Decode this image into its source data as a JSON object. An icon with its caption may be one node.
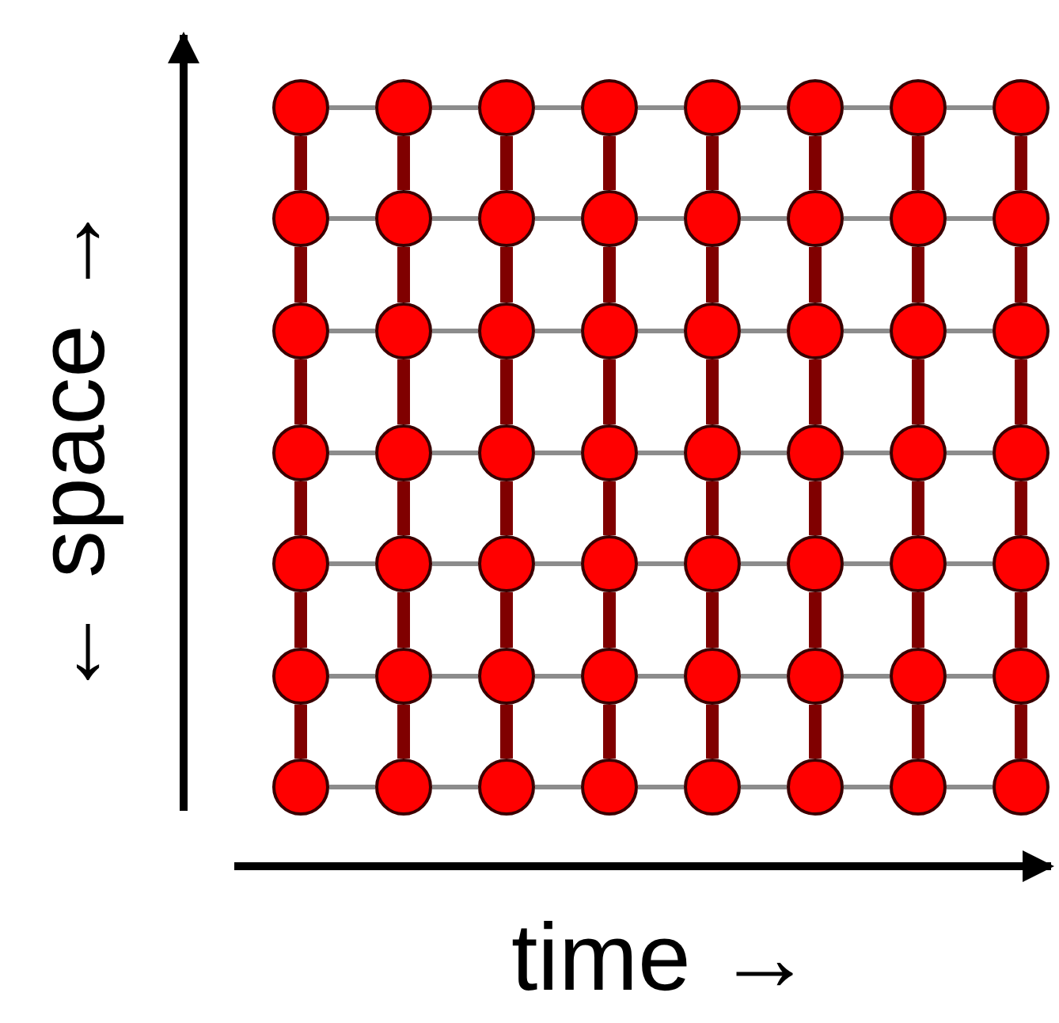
{
  "diagram": {
    "nodes": [
      {
        "text": [],
        "shape": "circle"
      },
      {
        "text": [],
        "shape": "circle"
      },
      {
        "text": [],
        "shape": "circle"
      },
      {
        "text": [],
        "shape": "circle"
      },
      {
        "text": [],
        "shape": "circle"
      },
      {
        "text": [],
        "shape": "circle"
      },
      {
        "text": [],
        "shape": "circle"
      },
      {
        "text": [],
        "shape": "circle"
      },
      {
        "text": [],
        "shape": "circle"
      },
      {
        "text": [],
        "shape": "circle"
      },
      {
        "text": [],
        "shape": "circle"
      },
      {
        "text": [],
        "shape": "circle"
      },
      {
        "text": [],
        "shape": "circle"
      },
      {
        "text": [],
        "shape": "circle"
      },
      {
        "text": [],
        "shape": "circle"
      },
      {
        "text": [],
        "shape": "circle"
      },
      {
        "text": [],
        "shape": "circle"
      },
      {
        "text": [],
        "shape": "circle"
      },
      {
        "text": [],
        "shape": "circle"
      },
      {
        "text": [],
        "shape": "circle"
      },
      {
        "text": [],
        "shape": "circle"
      },
      {
        "text": [],
        "shape": "circle"
      },
      {
        "text": [],
        "shape": "circle"
      },
      {
        "text": [],
        "shape": "circle"
      },
      {
        "text": [],
        "shape": "circle"
      },
      {
        "text": [],
        "shape": "circle"
      },
      {
        "text": [],
        "shape": "circle"
      },
      {
        "text": [],
        "shape": "circle"
      },
      {
        "text": [],
        "shape": "circle"
      },
      {
        "text": [],
        "shape": "circle"
      },
      {
        "text": [],
        "shape": "circle"
      },
      {
        "text": [],
        "shape": "circle"
      },
      {
        "text": [],
        "shape": "circle"
      },
      {
        "text": [],
        "shape": "circle"
      },
      {
        "text": [],
        "shape": "circle"
      },
      {
        "text": [],
        "shape": "circle"
      },
      {
        "text": [],
        "shape": "circle"
      },
      {
        "text": [],
        "shape": "circle"
      },
      {
        "text": [],
        "shape": "circle"
      },
      {
        "text": [],
        "shape": "circle"
      },
      {
        "text": [],
        "shape": "circle"
      },
      {
        "text": [],
        "shape": "circle"
      },
      {
        "text": [],
        "shape": "circle"
      },
      {
        "text": [],
        "shape": "circle"
      },
      {
        "text": [],
        "shape": "circle"
      },
      {
        "text": [],
        "shape": "circle"
      },
      {
        "text": [],
        "shape": "circle"
      },
      {
        "text": [],
        "shape": "circle"
      },
      {
        "text": [],
        "shape": "circle"
      },
      {
        "text": [],
        "shape": "circle"
      },
      {
        "text": [],
        "shape": "circle"
      },
      {
        "text": [],
        "shape": "circle"
      },
      {
        "text": [],
        "shape": "circle"
      },
      {
        "text": [],
        "shape": "circle"
      },
      {
        "text": [],
        "shape": "circle"
      },
      {
        "text": [],
        "shape": "circle"
      }
    ],
    "edges": [
      {
        "from": 0,
        "to": 1,
        "arrow": "none"
      },
      {
        "from": 1,
        "to": 2,
        "arrow": "none"
      },
      {
        "from": 2,
        "to": 3,
        "arrow": "none"
      },
      {
        "from": 3,
        "to": 4,
        "arrow": "none"
      },
      {
        "from": 4,
        "to": 5,
        "arrow": "none"
      },
      {
        "from": 5,
        "to": 6,
        "arrow": "none"
      },
      {
        "from": 6,
        "to": 7,
        "arrow": "none"
      },
      {
        "from": 8,
        "to": 9,
        "arrow": "none"
      },
      {
        "from": 9,
        "to": 10,
        "arrow": "none"
      },
      {
        "from": 10,
        "to": 11,
        "arrow": "none"
      },
      {
        "from": 11,
        "to": 12,
        "arrow": "none"
      },
      {
        "from": 12,
        "to": 13,
        "arrow": "none"
      },
      {
        "from": 13,
        "to": 14,
        "arrow": "none"
      },
      {
        "from": 14,
        "to": 15,
        "arrow": "none"
      },
      {
        "from": 16,
        "to": 17,
        "arrow": "none"
      },
      {
        "from": 17,
        "to": 18,
        "arrow": "none"
      },
      {
        "from": 18,
        "to": 19,
        "arrow": "none"
      },
      {
        "from": 19,
        "to": 20,
        "arrow": "none"
      },
      {
        "from": 20,
        "to": 21,
        "arrow": "none"
      },
      {
        "from": 21,
        "to": 22,
        "arrow": "none"
      },
      {
        "from": 22,
        "to": 23,
        "arrow": "none"
      },
      {
        "from": 24,
        "to": 25,
        "arrow": "none"
      },
      {
        "from": 25,
        "to": 26,
        "arrow": "none"
      },
      {
        "from": 26,
        "to": 27,
        "arrow": "none"
      },
      {
        "from": 27,
        "to": 28,
        "arrow": "none"
      },
      {
        "from": 28,
        "to": 29,
        "arrow": "none"
      },
      {
        "from": 29,
        "to": 30,
        "arrow": "none"
      },
      {
        "from": 30,
        "to": 31,
        "arrow": "none"
      },
      {
        "from": 32,
        "to": 33,
        "arrow": "none"
      },
      {
        "from": 33,
        "to": 34,
        "arrow": "none"
      },
      {
        "from": 34,
        "to": 35,
        "arrow": "none"
      },
      {
        "from": 35,
        "to": 36,
        "arrow": "none"
      },
      {
        "from": 36,
        "to": 37,
        "arrow": "none"
      },
      {
        "from": 37,
        "to": 38,
        "arrow": "none"
      },
      {
        "from": 38,
        "to": 39,
        "arrow": "none"
      },
      {
        "from": 40,
        "to": 41,
        "arrow": "none"
      },
      {
        "from": 41,
        "to": 42,
        "arrow": "none"
      },
      {
        "from": 42,
        "to": 43,
        "arrow": "none"
      },
      {
        "from": 43,
        "to": 44,
        "arrow": "none"
      },
      {
        "from": 44,
        "to": 45,
        "arrow": "none"
      },
      {
        "from": 45,
        "to": 46,
        "arrow": "none"
      },
      {
        "from": 46,
        "to": 47,
        "arrow": "none"
      },
      {
        "from": 48,
        "to": 49,
        "arrow": "none"
      },
      {
        "from": 49,
        "to": 50,
        "arrow": "none"
      },
      {
        "from": 50,
        "to": 51,
        "arrow": "none"
      },
      {
        "from": 51,
        "to": 52,
        "arrow": "none"
      },
      {
        "from": 52,
        "to": 53,
        "arrow": "none"
      },
      {
        "from": 53,
        "to": 54,
        "arrow": "none"
      },
      {
        "from": 54,
        "to": 55,
        "arrow": "none"
      },
      {
        "from": 0,
        "to": 8,
        "arrow": "none",
        "style": "thick",
        "color": "#800000"
      },
      {
        "from": 1,
        "to": 9,
        "arrow": "none",
        "style": "thick",
        "color": "#800000"
      },
      {
        "from": 2,
        "to": 10,
        "arrow": "none",
        "style": "thick",
        "color": "#800000"
      },
      {
        "from": 3,
        "to": 11,
        "arrow": "none",
        "style": "thick",
        "color": "#800000"
      },
      {
        "from": 4,
        "to": 12,
        "arrow": "none",
        "style": "thick",
        "color": "#800000"
      },
      {
        "from": 5,
        "to": 13,
        "arrow": "none",
        "style": "thick",
        "color": "#800000"
      },
      {
        "from": 6,
        "to": 14,
        "arrow": "none",
        "style": "thick",
        "color": "#800000"
      },
      {
        "from": 7,
        "to": 15,
        "arrow": "none",
        "style": "thick",
        "color": "#800000"
      },
      {
        "from": 8,
        "to": 16,
        "arrow": "none",
        "style": "thick",
        "color": "#800000"
      },
      {
        "from": 9,
        "to": 17,
        "arrow": "none",
        "style": "thick",
        "color": "#800000"
      },
      {
        "from": 10,
        "to": 18,
        "arrow": "none",
        "style": "thick",
        "color": "#800000"
      },
      {
        "from": 11,
        "to": 19,
        "arrow": "none",
        "style": "thick",
        "color": "#800000"
      },
      {
        "from": 12,
        "to": 20,
        "arrow": "none",
        "style": "thick",
        "color": "#800000"
      },
      {
        "from": 13,
        "to": 21,
        "arrow": "none",
        "style": "thick",
        "color": "#800000"
      },
      {
        "from": 14,
        "to": 22,
        "arrow": "none",
        "style": "thick",
        "color": "#800000"
      },
      {
        "from": 15,
        "to": 23,
        "arrow": "none",
        "style": "thick",
        "color": "#800000"
      },
      {
        "from": 16,
        "to": 24,
        "arrow": "none",
        "style": "thick",
        "color": "#800000"
      },
      {
        "from": 17,
        "to": 25,
        "arrow": "none",
        "style": "thick",
        "color": "#800000"
      },
      {
        "from": 18,
        "to": 26,
        "arrow": "none",
        "style": "thick",
        "color": "#800000"
      },
      {
        "from": 19,
        "to": 27,
        "arrow": "none",
        "style": "thick",
        "color": "#800000"
      },
      {
        "from": 20,
        "to": 28,
        "arrow": "none",
        "style": "thick",
        "color": "#800000"
      },
      {
        "from": 21,
        "to": 29,
        "arrow": "none",
        "style": "thick",
        "color": "#800000"
      },
      {
        "from": 22,
        "to": 30,
        "arrow": "none",
        "style": "thick",
        "color": "#800000"
      },
      {
        "from": 23,
        "to": 31,
        "arrow": "none",
        "style": "thick",
        "color": "#800000"
      },
      {
        "from": 24,
        "to": 32,
        "arrow": "none",
        "style": "thick",
        "color": "#800000"
      },
      {
        "from": 25,
        "to": 33,
        "arrow": "none",
        "style": "thick",
        "color": "#800000"
      },
      {
        "from": 26,
        "to": 34,
        "arrow": "none",
        "style": "thick",
        "color": "#800000"
      },
      {
        "from": 27,
        "to": 35,
        "arrow": "none",
        "style": "thick",
        "color": "#800000"
      },
      {
        "from": 28,
        "to": 36,
        "arrow": "none",
        "style": "thick",
        "color": "#800000"
      },
      {
        "from": 29,
        "to": 37,
        "arrow": "none",
        "style": "thick",
        "color": "#800000"
      },
      {
        "from": 30,
        "to": 38,
        "arrow": "none",
        "style": "thick",
        "color": "#800000"
      },
      {
        "from": 31,
        "to": 39,
        "arrow": "none",
        "style": "thick",
        "color": "#800000"
      },
      {
        "from": 32,
        "to": 40,
        "arrow": "none",
        "style": "thick",
        "color": "#800000"
      },
      {
        "from": 33,
        "to": 41,
        "arrow": "none",
        "style": "thick",
        "color": "#800000"
      },
      {
        "from": 34,
        "to": 42,
        "arrow": "none",
        "style": "thick",
        "color": "#800000"
      },
      {
        "from": 35,
        "to": 43,
        "arrow": "none",
        "style": "thick",
        "color": "#800000"
      },
      {
        "from": 36,
        "to": 44,
        "arrow": "none",
        "style": "thick",
        "color": "#800000"
      },
      {
        "from": 37,
        "to": 45,
        "arrow": "none",
        "style": "thick",
        "color": "#800000"
      },
      {
        "from": 38,
        "to": 46,
        "arrow": "none",
        "style": "thick",
        "color": "#800000"
      },
      {
        "from": 39,
        "to": 47,
        "arrow": "none",
        "style": "thick",
        "color": "#800000"
      },
      {
        "from": 40,
        "to": 48,
        "arrow": "none",
        "style": "thick",
        "color": "#800000"
      },
      {
        "from": 41,
        "to": 49,
        "arrow": "none",
        "style": "thick",
        "color": "#800000"
      },
      {
        "from": 42,
        "to": 50,
        "arrow": "none",
        "style": "thick",
        "color": "#800000"
      },
      {
        "from": 43,
        "to": 51,
        "arrow": "none",
        "style": "thick",
        "color": "#800000"
      },
      {
        "from": 44,
        "to": 52,
        "arrow": "none",
        "style": "thick",
        "color": "#800000"
      },
      {
        "from": 45,
        "to": 53,
        "arrow": "none",
        "style": "thick",
        "color": "#800000"
      },
      {
        "from": 46,
        "to": 54,
        "arrow": "none",
        "style": "thick",
        "color": "#800000"
      },
      {
        "from": 47,
        "to": 55,
        "arrow": "none",
        "style": "thick",
        "color": "#800000"
      }
    ],
    "labels": [
      "← space →",
      "time →"
    ]
  }
}
